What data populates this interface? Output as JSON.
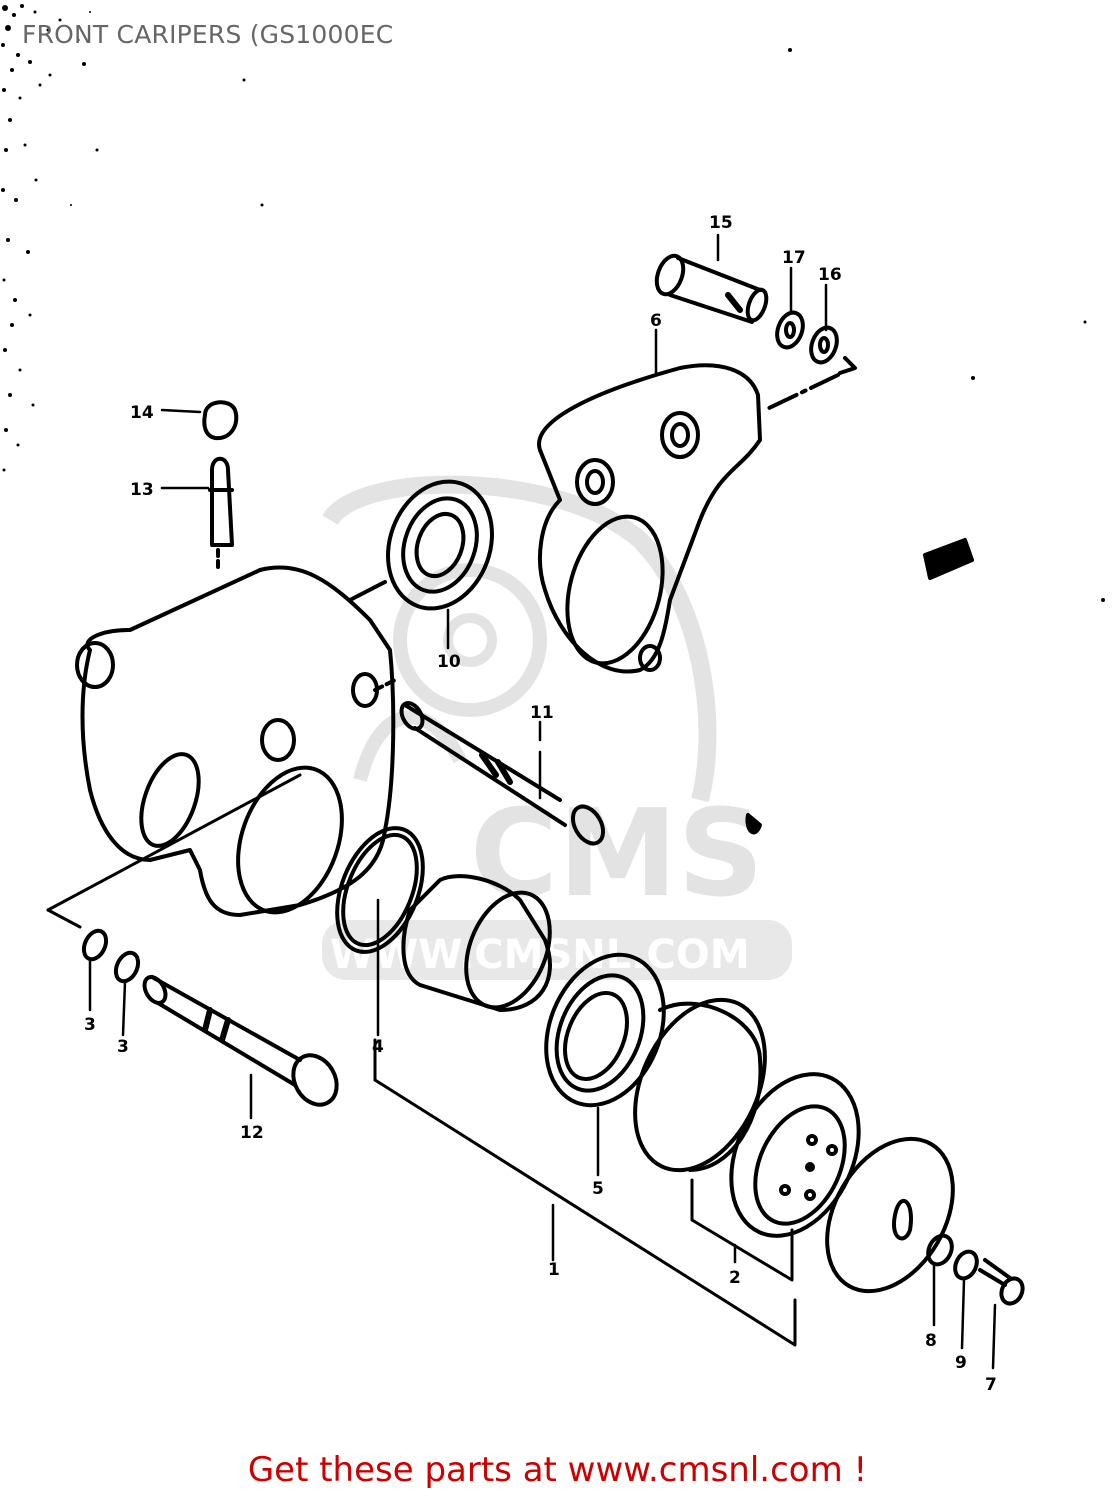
{
  "header": {
    "title": "FRONT CARIPERS (GS1000EC"
  },
  "watermark": {
    "brand": "CMS",
    "url": "WWW.CMSNL.COM",
    "color": "#e3e3e3"
  },
  "diagram": {
    "line_color": "#000000",
    "callouts": [
      {
        "id": "15",
        "label": "15",
        "part": "bolt"
      },
      {
        "id": "17",
        "label": "17",
        "part": "washer"
      },
      {
        "id": "16",
        "label": "16",
        "part": "washer"
      },
      {
        "id": "6",
        "label": "6",
        "part": "caliper-holder"
      },
      {
        "id": "14",
        "label": "14",
        "part": "bleeder-cap"
      },
      {
        "id": "13",
        "label": "13",
        "part": "bleeder-valve"
      },
      {
        "id": "10",
        "label": "10",
        "part": "boot"
      },
      {
        "id": "11",
        "label": "11",
        "part": "axle-bolt"
      },
      {
        "id": "3a",
        "label": "3",
        "part": "o-ring"
      },
      {
        "id": "3b",
        "label": "3",
        "part": "o-ring"
      },
      {
        "id": "12",
        "label": "12",
        "part": "axle-bolt"
      },
      {
        "id": "4",
        "label": "4",
        "part": "piston-seal"
      },
      {
        "id": "5",
        "label": "5",
        "part": "dust-seal"
      },
      {
        "id": "1",
        "label": "1",
        "part": "caliper-assembly"
      },
      {
        "id": "2",
        "label": "2",
        "part": "pad-set"
      },
      {
        "id": "8",
        "label": "8",
        "part": "washer"
      },
      {
        "id": "9",
        "label": "9",
        "part": "washer"
      },
      {
        "id": "7",
        "label": "7",
        "part": "screw"
      }
    ]
  },
  "footer": {
    "link_text": "Get these parts at www.cmsnl.com !",
    "color": "#cc0000"
  }
}
